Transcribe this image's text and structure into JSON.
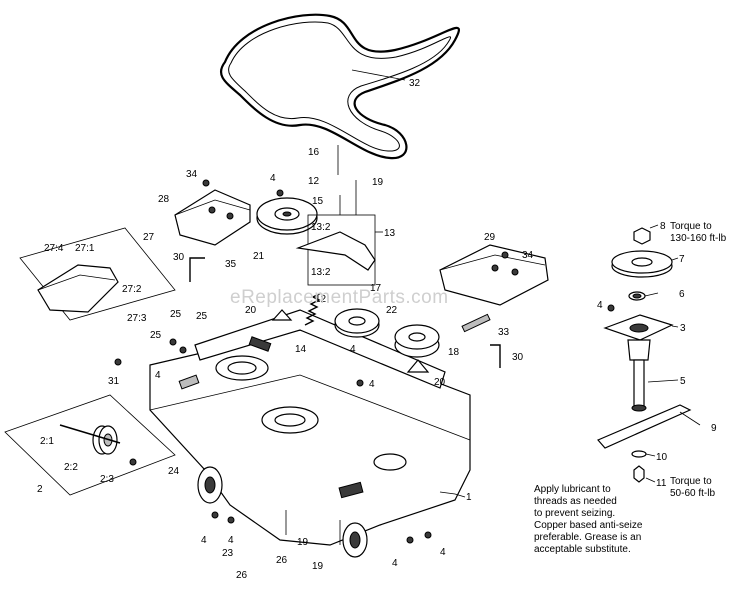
{
  "watermark": "eReplacementParts.com",
  "notes": {
    "torque_top": [
      "Torque to",
      "130-160 ft-lb"
    ],
    "torque_bottom": [
      "Torque to",
      "50-60 ft-lb"
    ],
    "lubricant": [
      "Apply lubricant to",
      "threads as needed",
      "to prevent seizing.",
      "Copper based anti-seize",
      "preferable. Grease is an",
      "acceptable substitute."
    ]
  },
  "callouts": {
    "c1": "1",
    "c2": "2",
    "c2_1": "2:1",
    "c2_2": "2:2",
    "c2_3": "2:3",
    "c3": "3",
    "c4": "4",
    "c5": "5",
    "c6": "6",
    "c7": "7",
    "c8": "8",
    "c9": "9",
    "c10": "10",
    "c11": "11",
    "c12": "12",
    "c13": "13",
    "c13_2": "13:2",
    "c14": "14",
    "c15": "15",
    "c16": "16",
    "c17": "17",
    "c18": "18",
    "c19": "19",
    "c20": "20",
    "c21": "21",
    "c22": "22",
    "c23": "23",
    "c24": "24",
    "c25": "25",
    "c26": "26",
    "c27": "27",
    "c27_1": "27:1",
    "c27_2": "27:2",
    "c27_3": "27:3",
    "c27_4": "27:4",
    "c28": "28",
    "c29": "29",
    "c30": "30",
    "c31": "31",
    "c32": "32",
    "c33": "33",
    "c34": "34",
    "c35": "35"
  }
}
